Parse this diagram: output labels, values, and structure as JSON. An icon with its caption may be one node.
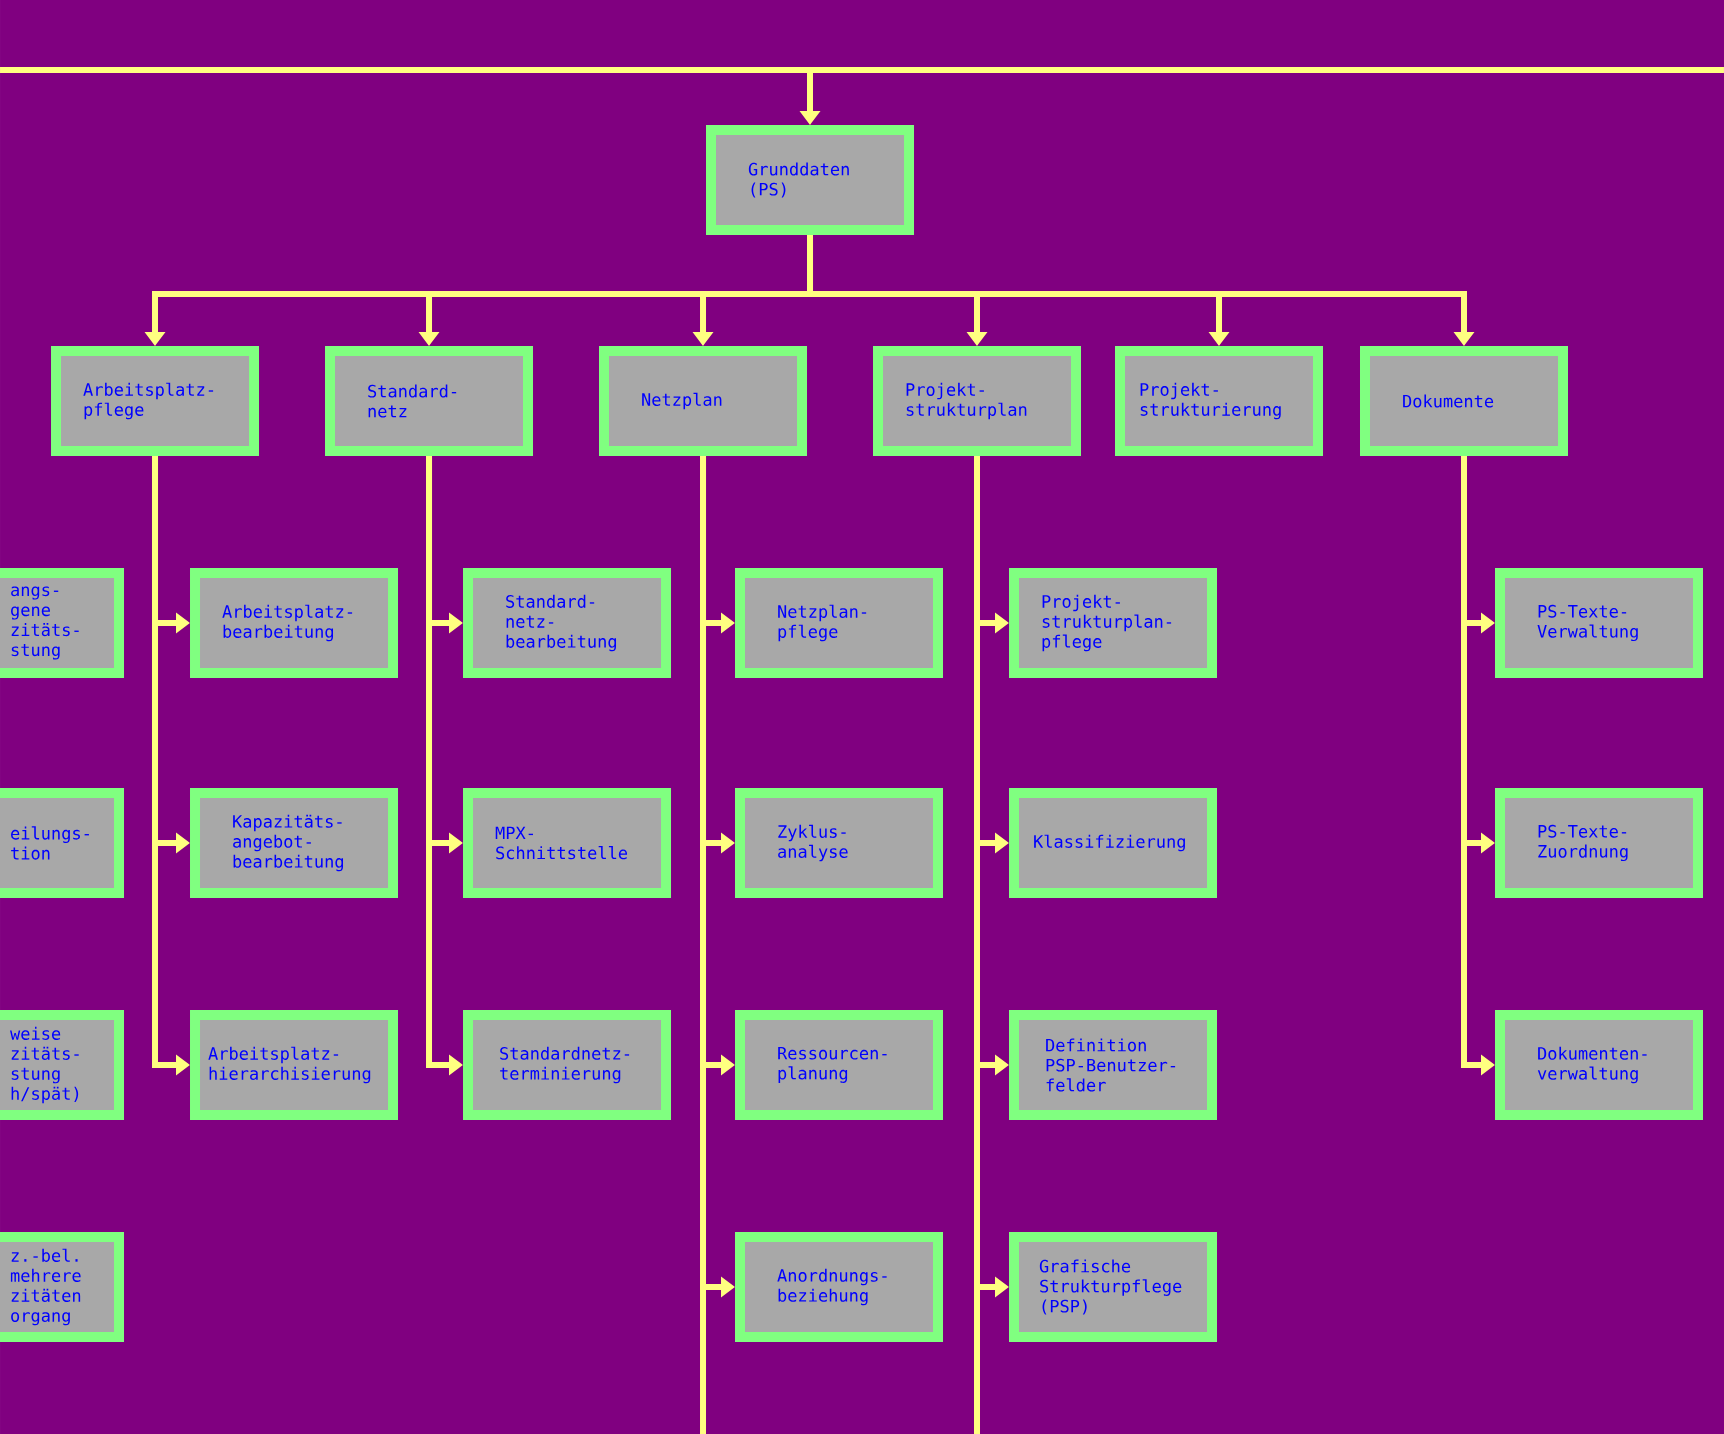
{
  "diagram": {
    "nodes": [
      {
        "text": [
          "Grunddaten (PS)"
        ]
      },
      {
        "text": [
          "Arbeitsplatz- pflege"
        ]
      },
      {
        "text": [
          "Standard- netz"
        ]
      },
      {
        "text": [
          "Netzplan"
        ]
      },
      {
        "text": [
          "Projekt- strukturplan"
        ]
      },
      {
        "text": [
          "Projekt- strukturierung"
        ]
      },
      {
        "text": [
          "Dokumente"
        ]
      },
      {
        "text": [
          "angs- gene zitäts- stung"
        ]
      },
      {
        "text": [
          "Arbeitsplatz- bearbeitung"
        ]
      },
      {
        "text": [
          "Standard- netz- bearbeitung"
        ]
      },
      {
        "text": [
          "Netzplan- pflege"
        ]
      },
      {
        "text": [
          "Projekt- strukturplan- pflege"
        ]
      },
      {
        "text": [
          "PS-Texte- Verwaltung"
        ]
      },
      {
        "text": [
          "eilungs- tion"
        ]
      },
      {
        "text": [
          "Kapazitäts- angebot- bearbeitung"
        ]
      },
      {
        "text": [
          "MPX- Schnittstelle"
        ]
      },
      {
        "text": [
          "Zyklus- analyse"
        ]
      },
      {
        "text": [
          "Klassifizierung"
        ]
      },
      {
        "text": [
          "PS-Texte- Zuordnung"
        ]
      },
      {
        "text": [
          "weise zitäts- stung h/spät)"
        ]
      },
      {
        "text": [
          "Arbeitsplatz- hierarchisierung"
        ]
      },
      {
        "text": [
          "Standardnetz- terminierung"
        ]
      },
      {
        "text": [
          "Ressourcen- planung"
        ]
      },
      {
        "text": [
          "Definition PSP-Benutzer- felder"
        ]
      },
      {
        "text": [
          "Dokumenten- verwaltung"
        ]
      },
      {
        "text": [
          "z.-bel. mehrere zitäten organg"
        ]
      },
      {
        "text": [
          "Anordnungs- beziehung"
        ]
      },
      {
        "text": [
          "Grafische Strukturpflege (PSP)"
        ]
      }
    ],
    "edges": [
      {
        "from": null,
        "to": 0,
        "arrow": "to"
      },
      {
        "from": 0,
        "to": 1,
        "arrow": "to"
      },
      {
        "from": 0,
        "to": 2,
        "arrow": "to"
      },
      {
        "from": 0,
        "to": 3,
        "arrow": "to"
      },
      {
        "from": 0,
        "to": 4,
        "arrow": "to"
      },
      {
        "from": 0,
        "to": 5,
        "arrow": "to"
      },
      {
        "from": 0,
        "to": 6,
        "arrow": "to"
      },
      {
        "from": 1,
        "to": 8,
        "arrow": "to"
      },
      {
        "from": 1,
        "to": 14,
        "arrow": "to"
      },
      {
        "from": 1,
        "to": 20,
        "arrow": "to"
      },
      {
        "from": 2,
        "to": 9,
        "arrow": "to"
      },
      {
        "from": 2,
        "to": 15,
        "arrow": "to"
      },
      {
        "from": 2,
        "to": 21,
        "arrow": "to"
      },
      {
        "from": 3,
        "to": 10,
        "arrow": "to"
      },
      {
        "from": 3,
        "to": 16,
        "arrow": "to"
      },
      {
        "from": 3,
        "to": 22,
        "arrow": "to"
      },
      {
        "from": 3,
        "to": 26,
        "arrow": "to"
      },
      {
        "from": 4,
        "to": 11,
        "arrow": "to"
      },
      {
        "from": 4,
        "to": 17,
        "arrow": "to"
      },
      {
        "from": 4,
        "to": 23,
        "arrow": "to"
      },
      {
        "from": 4,
        "to": 27,
        "arrow": "to"
      },
      {
        "from": 6,
        "to": 12,
        "arrow": "to"
      },
      {
        "from": 6,
        "to": 18,
        "arrow": "to"
      },
      {
        "from": 6,
        "to": 24,
        "arrow": "to"
      }
    ]
  }
}
